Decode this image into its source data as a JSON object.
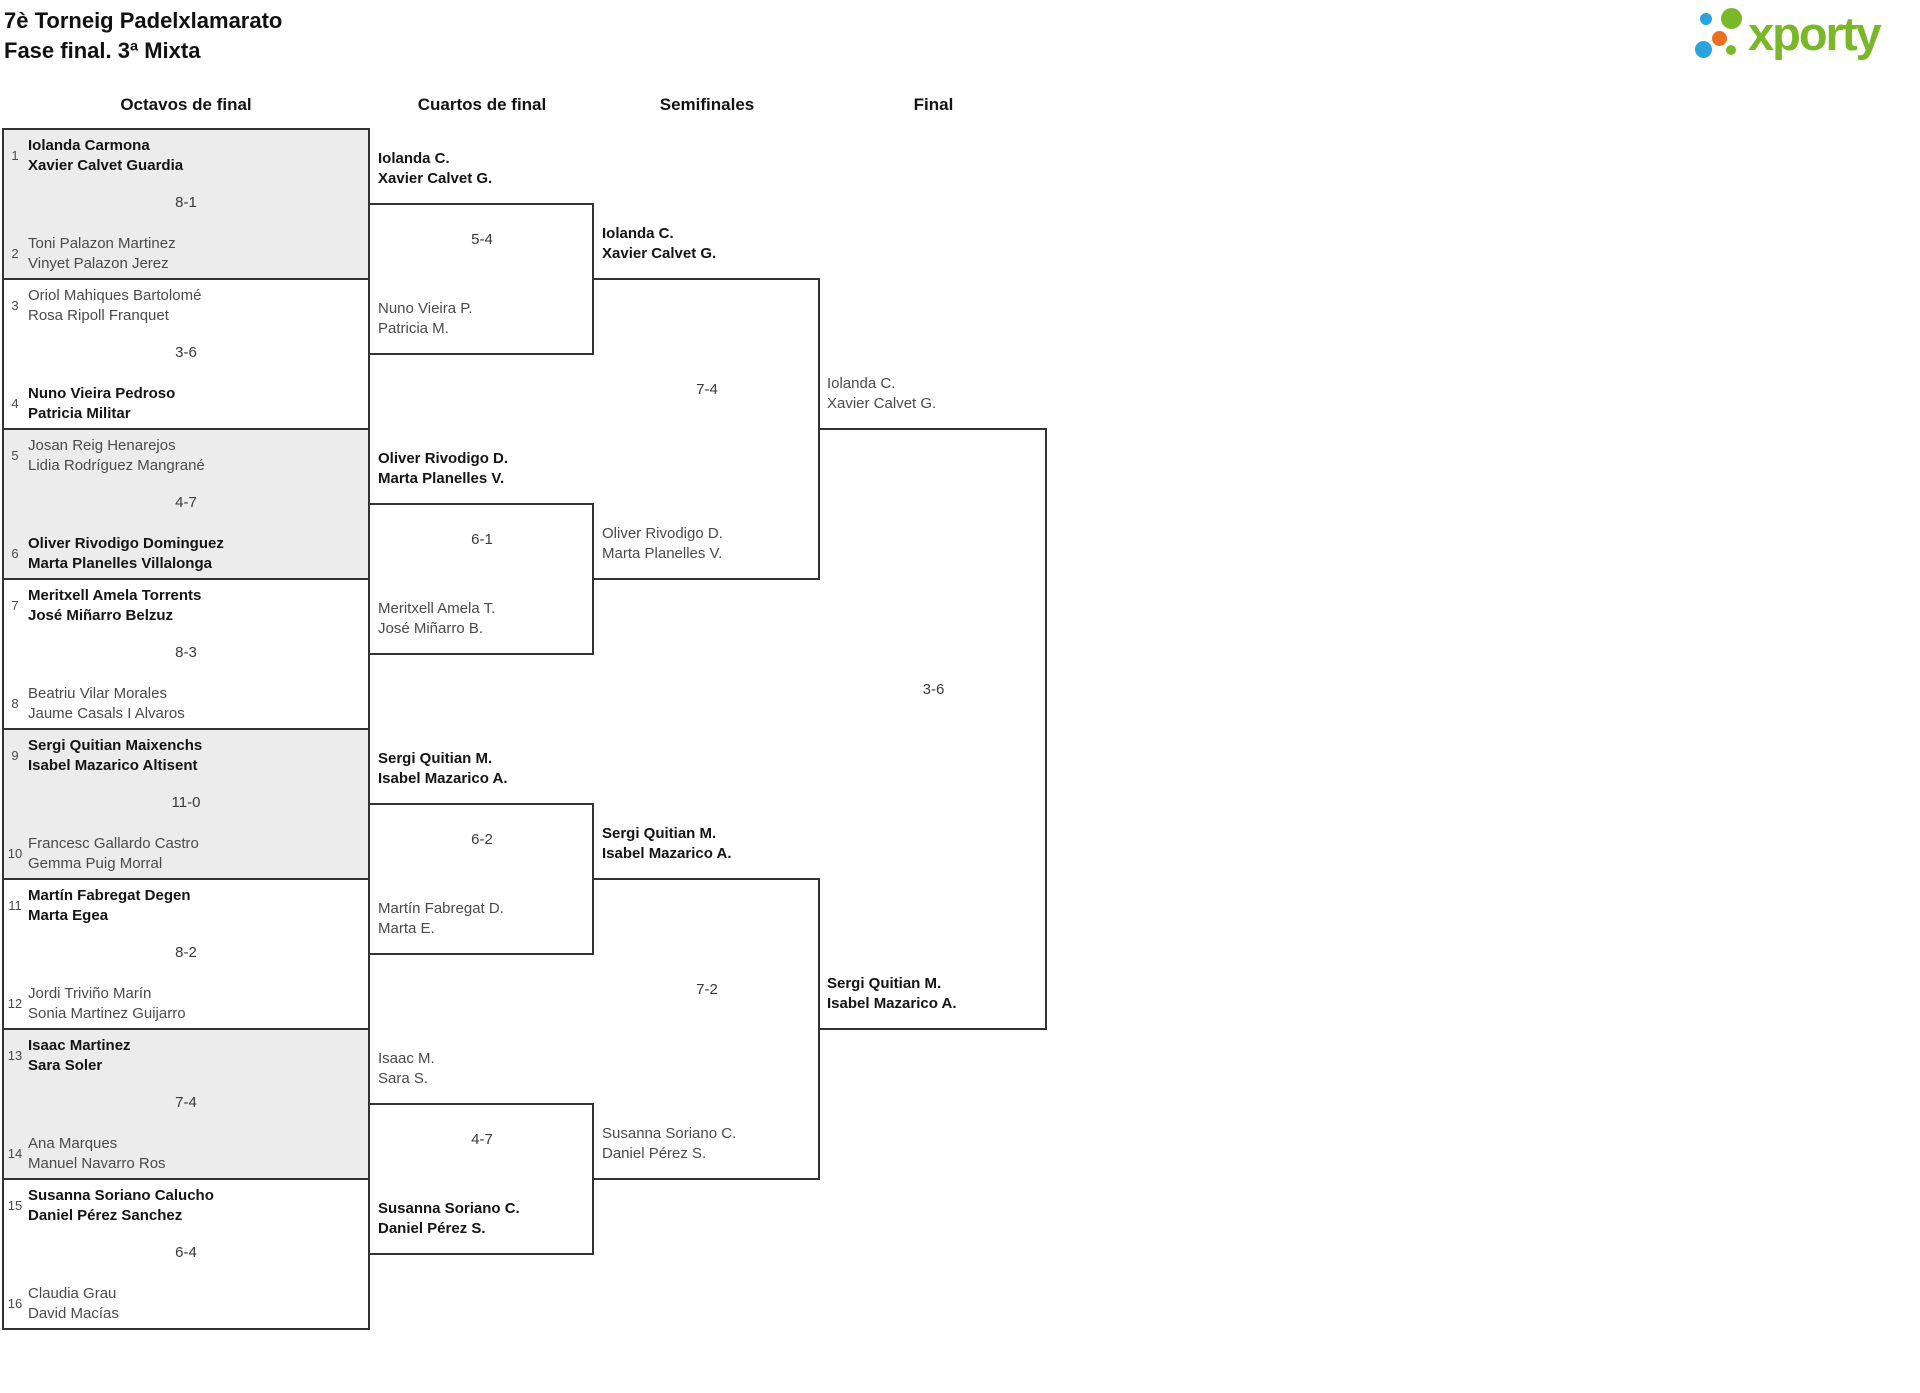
{
  "header": {
    "title_line1": "7è Torneig Padelxlamarato",
    "title_line2": "Fase final. 3ª Mixta",
    "logo_text": "xporty"
  },
  "colors": {
    "line": "#333333",
    "shaded_match_bg": "#ececec",
    "winner_text": "#141414",
    "loser_text": "#4a4a4a",
    "logo_green": "#7ab82a",
    "logo_blue": "#2aa4dc",
    "logo_orange": "#e8701f"
  },
  "columns": {
    "r16": "Octavos de final",
    "qf": "Cuartos de final",
    "sf": "Semifinales",
    "final": "Final"
  },
  "round_of_16": [
    {
      "seed_top": "1",
      "top": [
        "Iolanda Carmona",
        "Xavier Calvet Guardia"
      ],
      "top_winner": true,
      "score": "8-1",
      "seed_bottom": "2",
      "bottom": [
        "Toni Palazon Martinez",
        "Vinyet Palazon Jerez"
      ],
      "bottom_winner": false,
      "shaded": true
    },
    {
      "seed_top": "3",
      "top": [
        "Oriol Mahiques Bartolomé",
        "Rosa Ripoll Franquet"
      ],
      "top_winner": false,
      "score": "3-6",
      "seed_bottom": "4",
      "bottom": [
        "Nuno Vieira Pedroso",
        "Patricia Militar"
      ],
      "bottom_winner": true,
      "shaded": false
    },
    {
      "seed_top": "5",
      "top": [
        "Josan Reig Henarejos",
        "Lidia Rodríguez Mangrané"
      ],
      "top_winner": false,
      "score": "4-7",
      "seed_bottom": "6",
      "bottom": [
        "Oliver Rivodigo Dominguez",
        "Marta Planelles Villalonga"
      ],
      "bottom_winner": true,
      "shaded": true
    },
    {
      "seed_top": "7",
      "top": [
        "Meritxell Amela Torrents",
        "José Miñarro Belzuz"
      ],
      "top_winner": true,
      "score": "8-3",
      "seed_bottom": "8",
      "bottom": [
        "Beatriu Vilar Morales",
        "Jaume Casals I Alvaros"
      ],
      "bottom_winner": false,
      "shaded": false
    },
    {
      "seed_top": "9",
      "top": [
        "Sergi Quitian Maixenchs",
        "Isabel Mazarico Altisent"
      ],
      "top_winner": true,
      "score": "11-0",
      "seed_bottom": "10",
      "bottom": [
        "Francesc Gallardo Castro",
        "Gemma Puig Morral"
      ],
      "bottom_winner": false,
      "shaded": true
    },
    {
      "seed_top": "11",
      "top": [
        "Martín Fabregat Degen",
        "Marta Egea"
      ],
      "top_winner": true,
      "score": "8-2",
      "seed_bottom": "12",
      "bottom": [
        "Jordi Triviño Marín",
        "Sonia Martinez Guijarro"
      ],
      "bottom_winner": false,
      "shaded": false
    },
    {
      "seed_top": "13",
      "top": [
        "Isaac Martinez",
        "Sara Soler"
      ],
      "top_winner": true,
      "score": "7-4",
      "seed_bottom": "14",
      "bottom": [
        "Ana Marques",
        "Manuel Navarro Ros"
      ],
      "bottom_winner": false,
      "shaded": true
    },
    {
      "seed_top": "15",
      "top": [
        "Susanna Soriano Calucho",
        "Daniel Pérez Sanchez"
      ],
      "top_winner": true,
      "score": "6-4",
      "seed_bottom": "16",
      "bottom": [
        "Claudia Grau",
        "David Macías"
      ],
      "bottom_winner": false,
      "shaded": false
    }
  ],
  "quarterfinals": [
    {
      "top": [
        "Iolanda C.",
        "Xavier Calvet G."
      ],
      "top_winner": true,
      "score": "5-4",
      "bottom": [
        "Nuno Vieira P.",
        "Patricia M."
      ],
      "bottom_winner": false
    },
    {
      "top": [
        "Oliver Rivodigo D.",
        "Marta Planelles V."
      ],
      "top_winner": true,
      "score": "6-1",
      "bottom": [
        "Meritxell Amela T.",
        "José Miñarro B."
      ],
      "bottom_winner": false
    },
    {
      "top": [
        "Sergi Quitian M.",
        "Isabel Mazarico A."
      ],
      "top_winner": true,
      "score": "6-2",
      "bottom": [
        "Martín Fabregat D.",
        "Marta E."
      ],
      "bottom_winner": false
    },
    {
      "top": [
        "Isaac M.",
        "Sara S."
      ],
      "top_winner": false,
      "score": "4-7",
      "bottom": [
        "Susanna Soriano C.",
        "Daniel Pérez S."
      ],
      "bottom_winner": true
    }
  ],
  "semifinals": [
    {
      "top": [
        "Iolanda C.",
        "Xavier Calvet G."
      ],
      "top_winner": true,
      "score": "7-4",
      "bottom": [
        "Oliver Rivodigo D.",
        "Marta Planelles V."
      ],
      "bottom_winner": false
    },
    {
      "top": [
        "Sergi Quitian M.",
        "Isabel Mazarico A."
      ],
      "top_winner": true,
      "score": "7-2",
      "bottom": [
        "Susanna Soriano C.",
        "Daniel Pérez S."
      ],
      "bottom_winner": false
    }
  ],
  "final_match": {
    "top": [
      "Iolanda C.",
      "Xavier Calvet G."
    ],
    "top_winner": false,
    "score": "3-6",
    "bottom": [
      "Sergi Quitian M.",
      "Isabel Mazarico A."
    ],
    "bottom_winner": true
  }
}
